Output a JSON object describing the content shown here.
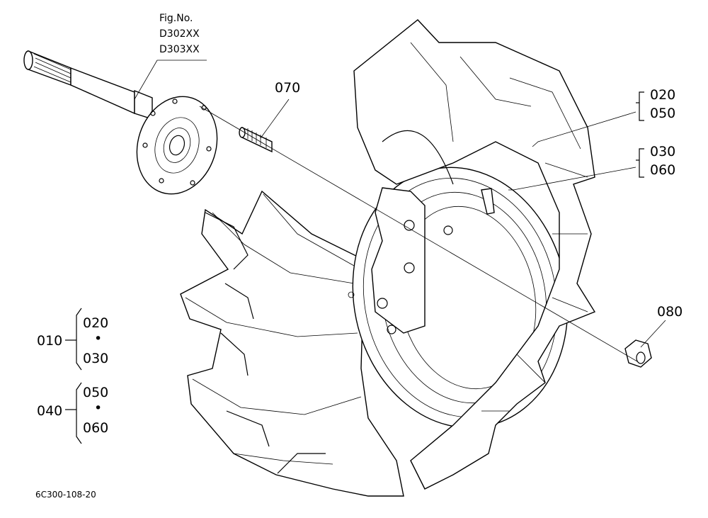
{
  "figure_ref": {
    "label": "Fig.No.",
    "codes": [
      "D302XX",
      "D303XX"
    ]
  },
  "parts": {
    "p010": "010",
    "p020": "020",
    "p030": "030",
    "p040": "040",
    "p050": "050",
    "p060": "060",
    "p070": "070",
    "p080": "080"
  },
  "groups": {
    "g010": {
      "parent": "010",
      "members": [
        "020",
        "030"
      ],
      "separator": "•"
    },
    "g040": {
      "parent": "040",
      "members": [
        "050",
        "060"
      ],
      "separator": "•"
    }
  },
  "drawing_number": "6C300-108-20"
}
